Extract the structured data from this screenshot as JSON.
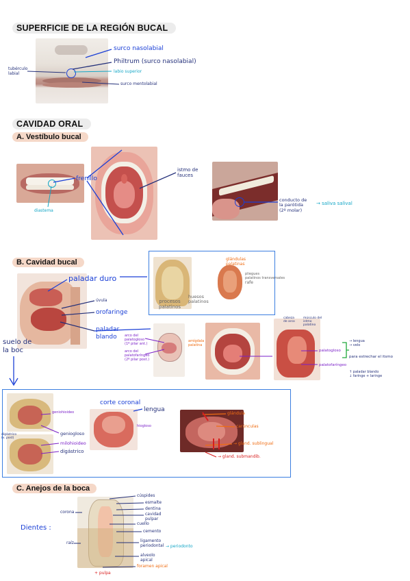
{
  "section1": {
    "title": "SUPERFICIE DE LA REGIÓN BUCAL",
    "labels": {
      "surco_nasolabial": "surco nasolabial",
      "philtrum": "Philtrum (surco nasolabial)",
      "tuberculo": "tubérculo\nlabial",
      "labio_superior": "labio superior",
      "surco_mentolabial": "surco mentolabial"
    }
  },
  "section2": {
    "title": "CAVIDAD ORAL",
    "sub_a": "A. Vestíbulo bucal",
    "labels": {
      "frenillo": "frenillo",
      "istmo": "istmo de\nfauces",
      "diastema": "diastema",
      "conducto": "conducto de\nla parótida\n(2º molar)",
      "saliva": "→ saliva salival"
    }
  },
  "section3": {
    "sub_b": "B. Cavidad bucal",
    "labels": {
      "paladar_duro": "paladar duro",
      "uvula": "úvula",
      "orofaringe": "orofaringe",
      "paladar_blando": "paladar\nblando",
      "suelo": "suelo de\nla boc",
      "procesos": "procesos\npalatinos",
      "huesos": "huesos\npalatinos",
      "glandulas": "glándulas\npalatinas",
      "pliegues": "pliegues\npalatinos transversales",
      "rafe": "rafe",
      "arco_palatogloso": "arco del\npalatogloso\n(1º pilar ant.)",
      "arco_palatofaringeo": "arco del\npalatofaríngeo\n(2º pilar post.)",
      "amigdala": "amígdala\npalatina",
      "cabeza": "cabeza\nde arco",
      "palatoglosus": "palatogloso",
      "palatofaringeo": "palatofaríngeo",
      "musculos": "músculo del\nistmo\npalatino",
      "r1": "→ lengua\n→ velo",
      "r2": "para estrechar el itsmo",
      "r3": "↑ paladar blando\n↓ faringe + laringe"
    }
  },
  "section4": {
    "labels": {
      "corte": "corte coronal",
      "lengua": "lengua",
      "geniogloso": "genioglosο",
      "milohioideo": "milohioideo",
      "digastrico": "digástrico",
      "hiogloso": "hiogloso",
      "geniohioideo": "geniohioideo",
      "digastrico_ant": "digástrico\n(v. post)",
      "glandula": "glándula",
      "carunculas": "carúnculas",
      "sublingual": "→ gland. sublingual",
      "submandib": "→ gland. submandib."
    }
  },
  "section5": {
    "sub_c": "C. Anejos de la boca",
    "dientes": "Dientes :",
    "labels": {
      "cuspides": "cúspides",
      "esmalte": "esmalte",
      "dentina": "dentina",
      "cavidad_pulpar": "cavidad\npulpar",
      "corona": "corona",
      "cuello": "cuello",
      "cemento": "cemento",
      "raiz": "raíz",
      "ligamento": "ligamento\nperiodontal",
      "periodonto": "→ periodonto",
      "alveolo": "alveolo\napical",
      "foramen": "foramen apical",
      "pulpa": "+ pulpa"
    }
  },
  "colors": {
    "accent_blue": "#1a3fd6",
    "box_blue": "#3a7de0",
    "purple": "#7a1fc8",
    "orange": "#ef6c12",
    "cyan": "#13a6c6"
  }
}
